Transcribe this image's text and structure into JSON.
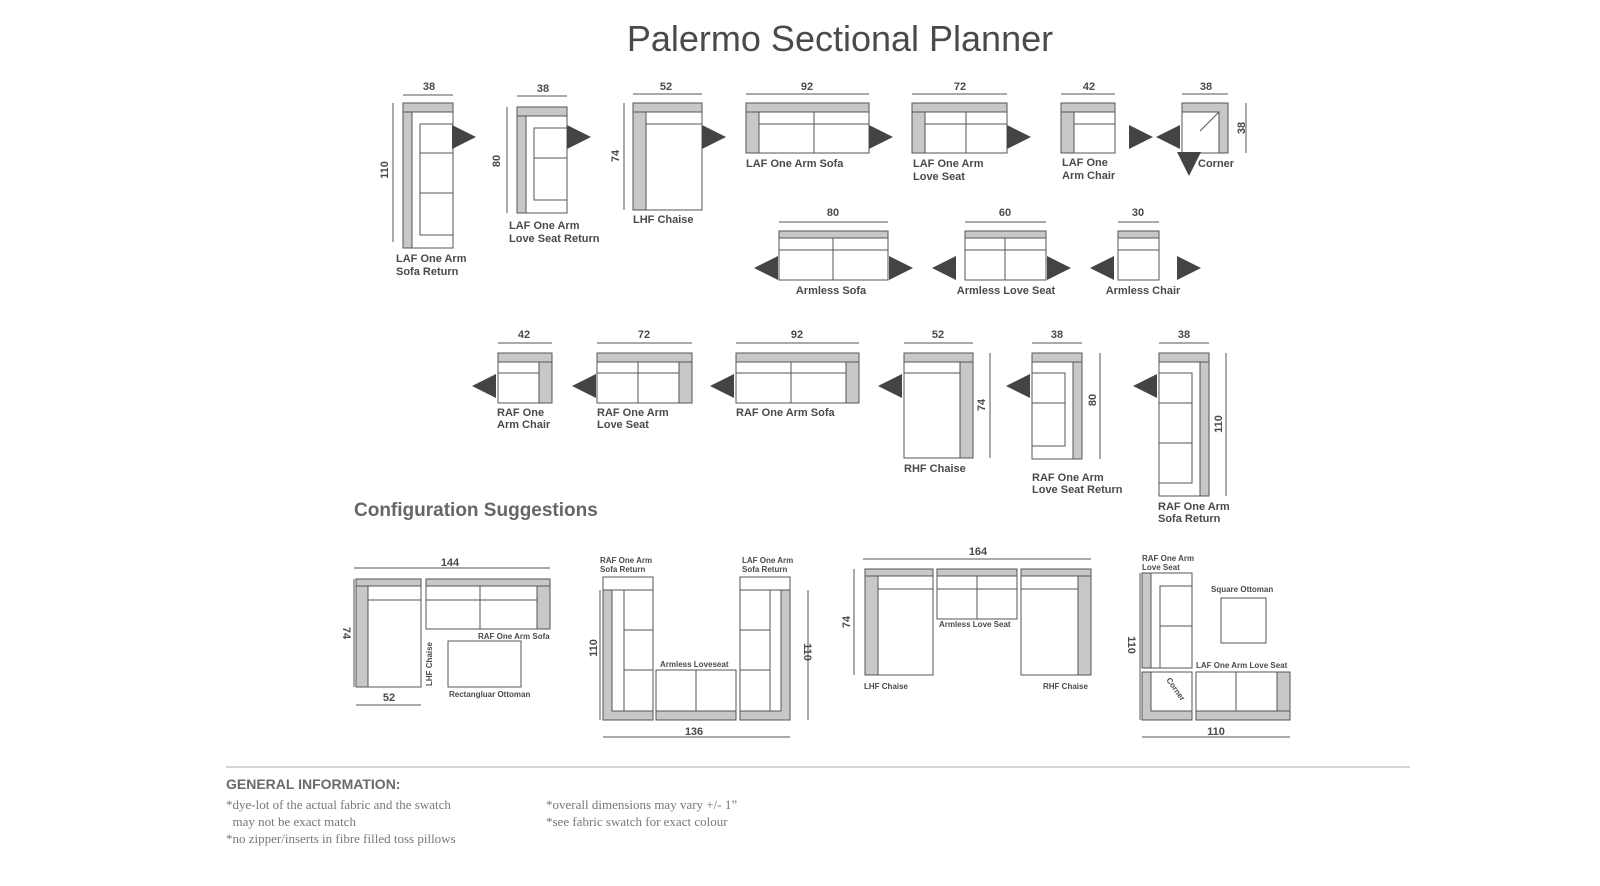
{
  "title": "Palermo Sectional Planner",
  "config_heading": "Configuration Suggestions",
  "pieces": {
    "laf_sofa_return": {
      "label1": "LAF One Arm",
      "label2": "Sofa Return",
      "w": "38",
      "h": "110"
    },
    "laf_love_return": {
      "label1": "LAF One Arm",
      "label2": "Love Seat Return",
      "w": "38",
      "h": "80"
    },
    "lhf_chaise": {
      "label1": "LHF Chaise",
      "w": "52",
      "h": "74"
    },
    "laf_sofa": {
      "label1": "LAF One Arm Sofa",
      "w": "92"
    },
    "laf_love": {
      "label1": "LAF One Arm",
      "label2": "Love Seat",
      "w": "72"
    },
    "laf_chair": {
      "label1": "LAF One",
      "label2": "Arm Chair",
      "w": "42"
    },
    "corner": {
      "label1": "Corner",
      "w": "38",
      "h": "38"
    },
    "armless_sofa": {
      "label1": "Armless Sofa",
      "w": "80"
    },
    "armless_love": {
      "label1": "Armless Love Seat",
      "w": "60"
    },
    "armless_chair": {
      "label1": "Armless Chair",
      "w": "30"
    },
    "raf_chair": {
      "label1": "RAF One",
      "label2": "Arm Chair",
      "w": "42"
    },
    "raf_love": {
      "label1": "RAF One Arm",
      "label2": "Love Seat",
      "w": "72"
    },
    "raf_sofa": {
      "label1": "RAF One Arm Sofa",
      "w": "92"
    },
    "rhf_chaise": {
      "label1": "RHF Chaise",
      "w": "52",
      "h": "74"
    },
    "raf_love_return": {
      "label1": "RAF One Arm",
      "label2": "Love Seat Return",
      "w": "38",
      "h": "80"
    },
    "raf_sofa_return": {
      "label1": "RAF One Arm",
      "label2": "Sofa Return",
      "w": "38",
      "h": "110"
    }
  },
  "configs": {
    "c1": {
      "w": "144",
      "h": "74",
      "bottom": "52",
      "raf_sofa": "RAF One Arm Sofa",
      "lhf": "LHF Chaise",
      "ottoman": "Rectangluar Ottoman"
    },
    "c2": {
      "w": "136",
      "h_left": "110",
      "h_right": "110",
      "top_left1": "RAF One Arm",
      "top_left2": "Sofa Return",
      "top_right1": "LAF One Arm",
      "top_right2": "Sofa Return",
      "middle": "Armless Loveseat"
    },
    "c3": {
      "w": "164",
      "h": "74",
      "middle": "Armless Love Seat",
      "left": "LHF Chaise",
      "right": "RHF Chaise"
    },
    "c4": {
      "w": "110",
      "h": "110",
      "top1": "RAF One Arm",
      "top2": "Love Seat",
      "ottoman": "Square Ottoman",
      "love": "LAF One Arm Love Seat",
      "corner": "Corner"
    }
  },
  "general": {
    "heading": "GENERAL INFORMATION:",
    "col1": "*dye-lot of the actual fabric and the swatch\n  may not be exact match\n*no zipper/inserts in fibre filled toss pillows",
    "col2": "*overall dimensions may vary +/- 1”\n*see fabric swatch for exact colour"
  },
  "colors": {
    "line": "#555555",
    "back": "#c8c8c8"
  }
}
